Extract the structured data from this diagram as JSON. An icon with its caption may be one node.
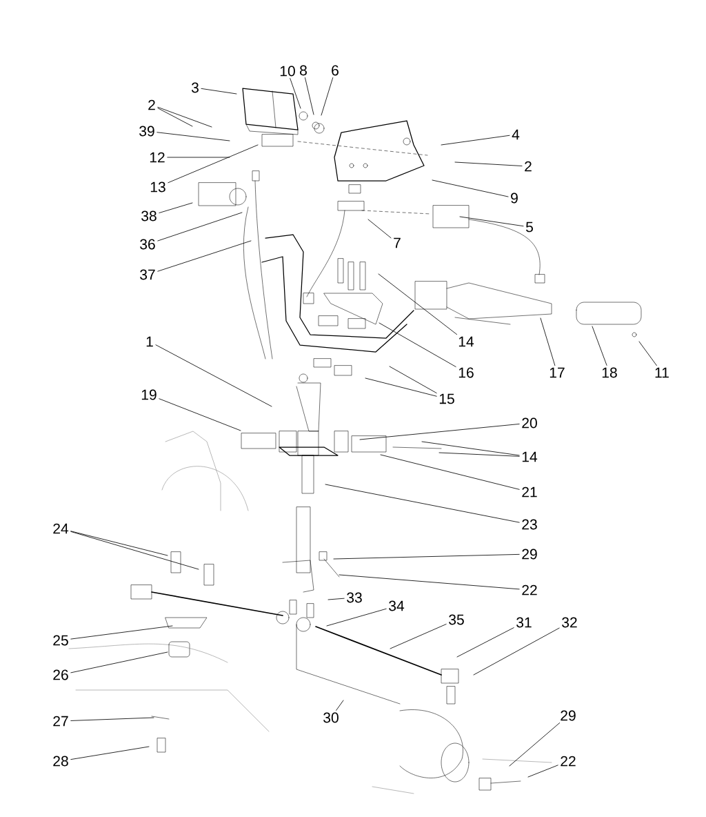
{
  "diagram": {
    "nodes": [
      {
        "text": [
          "8"
        ]
      },
      {
        "text": [
          "10"
        ]
      },
      {
        "text": [
          "6"
        ]
      },
      {
        "text": [
          "3"
        ]
      },
      {
        "text": [
          "2"
        ]
      },
      {
        "text": [
          "39"
        ]
      },
      {
        "text": [
          "4"
        ]
      },
      {
        "text": [
          "12"
        ]
      },
      {
        "text": [
          "2"
        ]
      },
      {
        "text": [
          "13"
        ]
      },
      {
        "text": [
          "9"
        ]
      },
      {
        "text": [
          "38"
        ]
      },
      {
        "text": [
          "5"
        ]
      },
      {
        "text": [
          "7"
        ]
      },
      {
        "text": [
          "36"
        ]
      },
      {
        "text": [
          "37"
        ]
      },
      {
        "text": [
          "1"
        ]
      },
      {
        "text": [
          "14"
        ]
      },
      {
        "text": [
          "16"
        ]
      },
      {
        "text": [
          "17"
        ]
      },
      {
        "text": [
          "18"
        ]
      },
      {
        "text": [
          "11"
        ]
      },
      {
        "text": [
          "19"
        ]
      },
      {
        "text": [
          "15"
        ]
      },
      {
        "text": [
          "20"
        ]
      },
      {
        "text": [
          "14"
        ]
      },
      {
        "text": [
          "21"
        ]
      },
      {
        "text": [
          "23"
        ]
      },
      {
        "text": [
          "24"
        ]
      },
      {
        "text": [
          "29"
        ]
      },
      {
        "text": [
          "22"
        ]
      },
      {
        "text": [
          "33"
        ]
      },
      {
        "text": [
          "34"
        ]
      },
      {
        "text": [
          "35"
        ]
      },
      {
        "text": [
          "31"
        ]
      },
      {
        "text": [
          "32"
        ]
      },
      {
        "text": [
          "25"
        ]
      },
      {
        "text": [
          "26"
        ]
      },
      {
        "text": [
          "29"
        ]
      },
      {
        "text": [
          "30"
        ]
      },
      {
        "text": [
          "27"
        ]
      },
      {
        "text": [
          "22"
        ]
      },
      {
        "text": [
          "28"
        ]
      }
    ],
    "edges": [
      {
        "from": 0,
        "to": null,
        "arrow": "none"
      },
      {
        "from": 1,
        "to": null,
        "arrow": "none"
      },
      {
        "from": 2,
        "to": null,
        "arrow": "none"
      },
      {
        "from": 3,
        "to": null,
        "arrow": "none"
      },
      {
        "from": 4,
        "to": null,
        "arrow": "none"
      },
      {
        "from": 4,
        "to": null,
        "arrow": "none"
      },
      {
        "from": 5,
        "to": null,
        "arrow": "none"
      },
      {
        "from": 6,
        "to": null,
        "arrow": "none"
      },
      {
        "from": 7,
        "to": null,
        "arrow": "none"
      },
      {
        "from": 8,
        "to": null,
        "arrow": "none"
      },
      {
        "from": 9,
        "to": null,
        "arrow": "none"
      },
      {
        "from": 10,
        "to": null,
        "arrow": "none"
      },
      {
        "from": 11,
        "to": null,
        "arrow": "none"
      },
      {
        "from": 12,
        "to": null,
        "arrow": "none"
      },
      {
        "from": 13,
        "to": null,
        "arrow": "none"
      },
      {
        "from": 14,
        "to": null,
        "arrow": "none"
      },
      {
        "from": 15,
        "to": null,
        "arrow": "none"
      },
      {
        "from": 16,
        "to": null,
        "arrow": "none"
      },
      {
        "from": 17,
        "to": null,
        "arrow": "none"
      },
      {
        "from": 18,
        "to": null,
        "arrow": "none"
      },
      {
        "from": 19,
        "to": null,
        "arrow": "none"
      },
      {
        "from": 20,
        "to": null,
        "arrow": "none"
      },
      {
        "from": 21,
        "to": null,
        "arrow": "none"
      },
      {
        "from": 22,
        "to": null,
        "arrow": "none"
      },
      {
        "from": 23,
        "to": null,
        "arrow": "none"
      },
      {
        "from": 23,
        "to": null,
        "arrow": "none"
      },
      {
        "from": 24,
        "to": null,
        "arrow": "none"
      },
      {
        "from": 25,
        "to": null,
        "arrow": "none"
      },
      {
        "from": 25,
        "to": null,
        "arrow": "none"
      },
      {
        "from": 26,
        "to": null,
        "arrow": "none"
      },
      {
        "from": 27,
        "to": null,
        "arrow": "none"
      },
      {
        "from": 28,
        "to": null,
        "arrow": "none"
      },
      {
        "from": 28,
        "to": null,
        "arrow": "none"
      },
      {
        "from": 29,
        "to": null,
        "arrow": "none"
      },
      {
        "from": 30,
        "to": null,
        "arrow": "none"
      },
      {
        "from": 31,
        "to": null,
        "arrow": "none"
      },
      {
        "from": 32,
        "to": null,
        "arrow": "none"
      },
      {
        "from": 33,
        "to": null,
        "arrow": "none"
      },
      {
        "from": 34,
        "to": null,
        "arrow": "none"
      },
      {
        "from": 35,
        "to": null,
        "arrow": "none"
      },
      {
        "from": 36,
        "to": null,
        "arrow": "none"
      },
      {
        "from": 37,
        "to": null,
        "arrow": "none"
      },
      {
        "from": 38,
        "to": null,
        "arrow": "none"
      },
      {
        "from": 39,
        "to": null,
        "arrow": "none"
      },
      {
        "from": 40,
        "to": null,
        "arrow": "none"
      },
      {
        "from": 41,
        "to": null,
        "arrow": "none"
      },
      {
        "from": 42,
        "to": null,
        "arrow": "none"
      }
    ]
  }
}
